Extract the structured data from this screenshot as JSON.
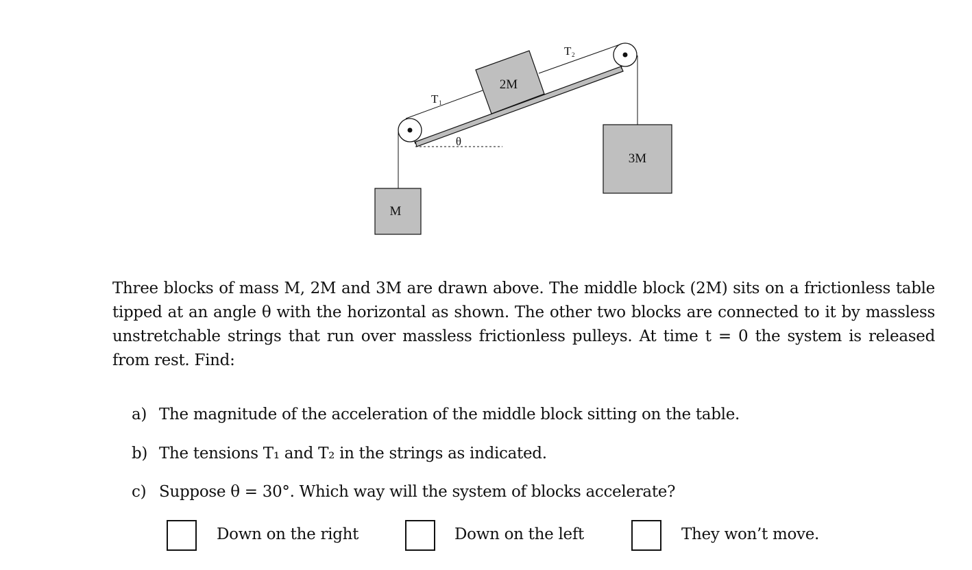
{
  "figure": {
    "mass_left": "M",
    "mass_middle": "2M",
    "mass_right": "3M",
    "tension_1": "T",
    "tension_1_sub": "1",
    "tension_2": "T",
    "tension_2_sub": "2",
    "angle": "θ"
  },
  "problem": {
    "text": "Three blocks of mass M, 2M and 3M are drawn above. The middle block (2M) sits on a frictionless table tipped at an angle θ with the horizontal as shown. The other two blocks are connected to it by massless unstretchable strings that run over massless frictionless pulleys. At time t = 0 the system is released from rest. Find:"
  },
  "questions": [
    {
      "tag": "a)",
      "text": "The magnitude of the acceleration of the middle block sitting on the table."
    },
    {
      "tag": "b)",
      "text": "The tensions T₁ and T₂ in the strings as indicated."
    },
    {
      "tag": "c)",
      "text": "Suppose θ = 30°. Which way will the system of blocks accelerate?"
    }
  ],
  "choices": [
    {
      "label": "Down on the right"
    },
    {
      "label": "Down on the left"
    },
    {
      "label": "They won’t move."
    }
  ]
}
